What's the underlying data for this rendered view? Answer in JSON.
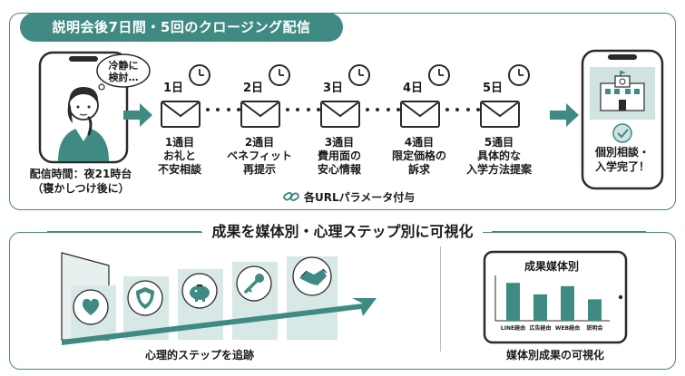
{
  "top": {
    "title": "説明会後7日間・5回のクロージング配信",
    "bubble_line1": "冷静に",
    "bubble_line2": "検討…",
    "delivery_time": "配信時間：夜21時台",
    "delivery_note": "（寝かしつけ後に）",
    "steps": [
      {
        "day": "1日",
        "line1": "1通目",
        "line2": "お礼と",
        "line3": "不安相談"
      },
      {
        "day": "2日",
        "line1": "2通目",
        "line2": "ベネフィット",
        "line3": "再提示"
      },
      {
        "day": "3日",
        "line1": "3通目",
        "line2": "費用面の",
        "line3": "安心情報"
      },
      {
        "day": "4日",
        "line1": "4通目",
        "line2": "限定価格の",
        "line3": "訴求"
      },
      {
        "day": "5日",
        "line1": "5通目",
        "line2": "具体的な",
        "line3": "入学方法提案"
      }
    ],
    "url_note": "各URLパラメータ付与",
    "result_line1": "個別相談・",
    "result_line2": "入学完了！"
  },
  "bottom": {
    "title": "成果を媒体別・心理ステップ別に可視化",
    "left_caption": "心理的ステップを追跡",
    "right_caption": "媒体別成果の可視化",
    "tablet_title": "成果媒体別"
  },
  "chart_data": {
    "type": "bar",
    "title": "成果媒体別",
    "categories": [
      "LINE経由",
      "広告経由",
      "WEB経由",
      "説明会"
    ],
    "values": [
      4.6,
      3.2,
      4.2,
      2.6
    ],
    "ylim": [
      0,
      5.5
    ]
  },
  "colors": {
    "accent": "#3f8a82",
    "light_accent": "#cfe3e0",
    "dark": "#2a2a2a"
  }
}
